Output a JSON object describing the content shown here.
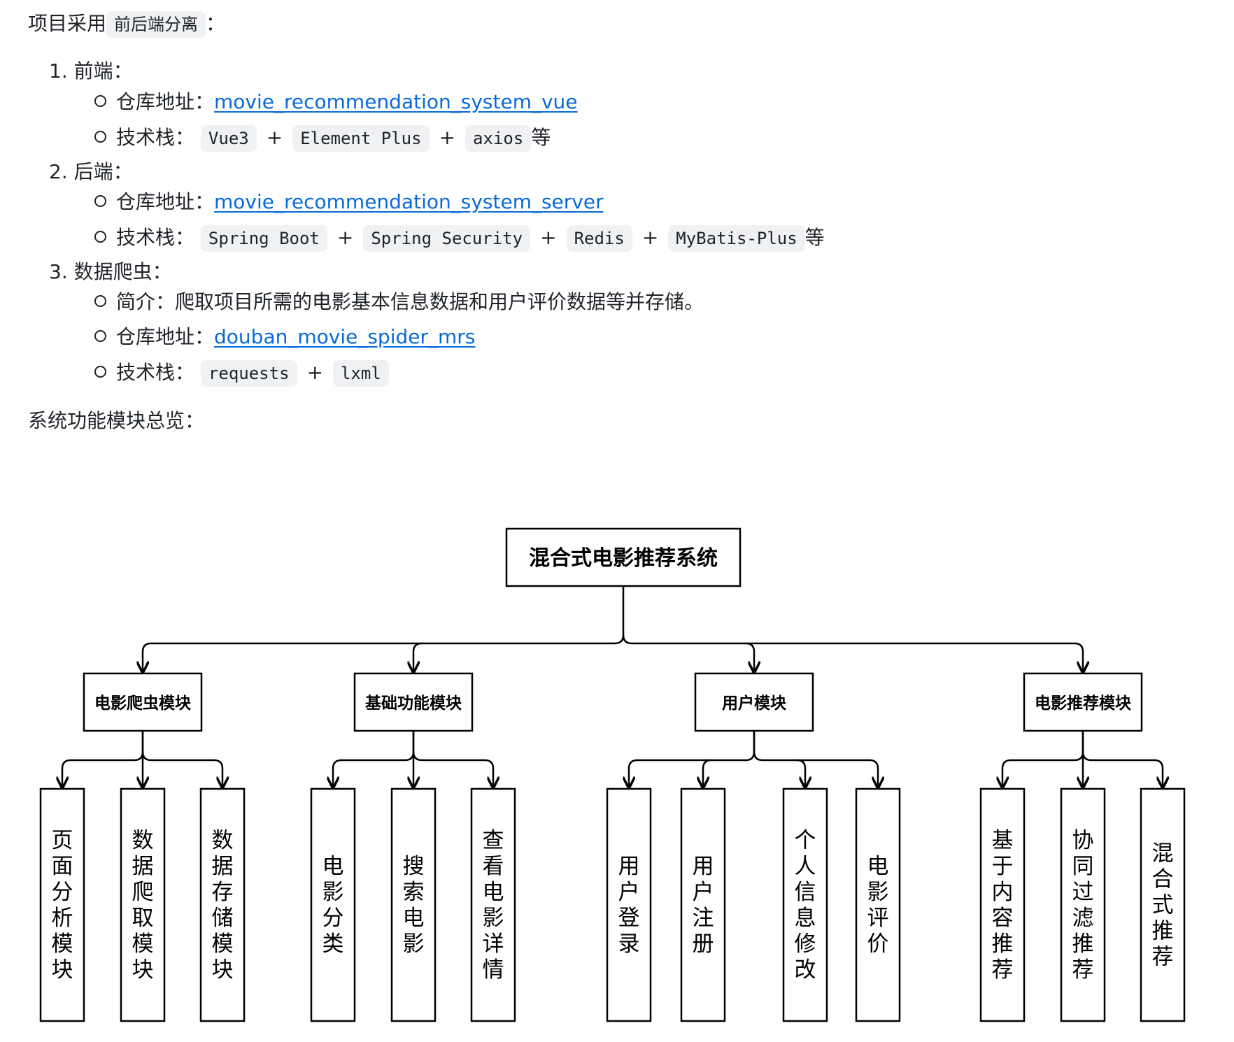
{
  "intro": {
    "prefix": "项目采用",
    "code": "前后端分离",
    "suffix": "："
  },
  "sections": [
    {
      "num": "1.",
      "title": "前端：",
      "repo_label": "仓库地址：",
      "repo_link": "movie_recommendation_system_vue",
      "stack_label": "技术栈：",
      "stack": [
        "Vue3",
        "Element Plus",
        "axios"
      ],
      "stack_suffix": "等"
    },
    {
      "num": "2.",
      "title": "后端：",
      "repo_label": "仓库地址：",
      "repo_link": "movie_recommendation_system_server",
      "stack_label": "技术栈：",
      "stack": [
        "Spring Boot",
        "Spring Security",
        "Redis",
        "MyBatis-Plus"
      ],
      "stack_suffix": "等"
    },
    {
      "num": "3.",
      "title": "数据爬虫：",
      "intro_label": "简介：",
      "intro_text": "爬取项目所需的电影基本信息数据和用户评价数据等并存储。",
      "repo_label": "仓库地址：",
      "repo_link": "douban_movie_spider_mrs",
      "stack_label": "技术栈：",
      "stack": [
        "requests",
        "lxml"
      ],
      "stack_suffix": ""
    }
  ],
  "plus_sign": "+",
  "overview_title": "系统功能模块总览：",
  "diagram": {
    "root": "混合式电影推荐系统",
    "modules": [
      {
        "name": "电影爬虫模块",
        "children": [
          "页面分析模块",
          "数据爬取模块",
          "数据存储模块"
        ]
      },
      {
        "name": "基础功能模块",
        "children": [
          "电影分类",
          "搜索电影",
          "查看电影详情"
        ]
      },
      {
        "name": "用户模块",
        "children": [
          "用户登录",
          "用户注册",
          "个人信息修改",
          "电影评价"
        ]
      },
      {
        "name": "电影推荐模块",
        "children": [
          "基于内容推荐",
          "协同过滤推荐",
          "混合式推荐"
        ]
      }
    ]
  },
  "colors": {
    "link": "#0969da",
    "code_bg": "#eff1f3",
    "text": "#1f2328"
  }
}
